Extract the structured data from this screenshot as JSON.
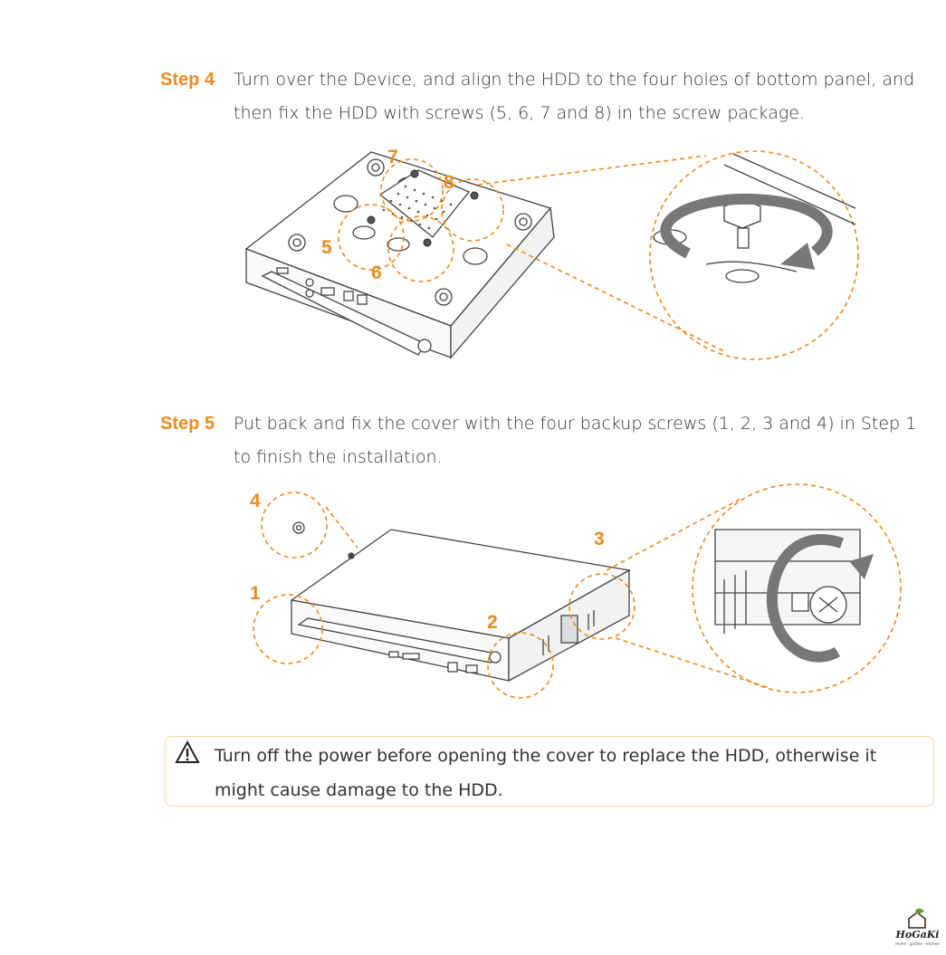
{
  "step4": {
    "label": "Step 4",
    "text": "Turn over the Device, and align the HDD to the four holes of bottom panel, and then fix the HDD with screws (5, 6, 7 and 8) in the screw package.",
    "callouts": [
      "7",
      "8",
      "5",
      "6"
    ]
  },
  "step5": {
    "label": "Step 5",
    "text": "Put back and fix the cover with the four backup screws (1, 2, 3 and 4) in Step 1 to finish the installation.",
    "callouts": [
      "4",
      "3",
      "1",
      "2"
    ]
  },
  "warning": {
    "icon": "warning-triangle-icon",
    "text": "Turn off the power before opening the cover to replace the HDD, otherwise it might cause damage to the HDD."
  },
  "logo": {
    "name": "HoGaKi",
    "tagline": "Home - garden - kitchen"
  },
  "colors": {
    "accent": "#ef8a1f",
    "border": "#f3d9a8",
    "text": "#333333"
  }
}
